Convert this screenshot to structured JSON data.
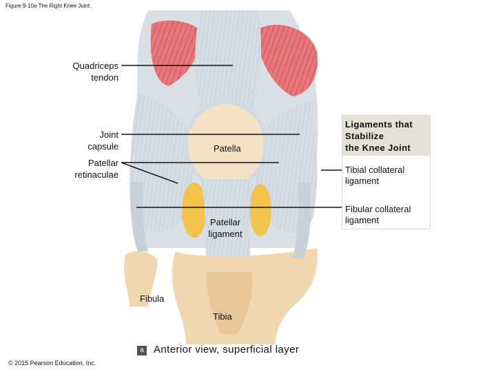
{
  "figure_title": "Figure 9-10a The Right Knee Joint.",
  "labels": {
    "quadriceps_tendon": [
      "Quadriceps",
      "tendon"
    ],
    "joint_capsule": [
      "Joint",
      "capsule"
    ],
    "patellar_retinaculae": [
      "Patellar",
      "retinaculae"
    ],
    "patella": "Patella",
    "patellar_ligament": [
      "Patellar",
      "ligament"
    ],
    "fibula": "Fibula",
    "tibia": "Tibia"
  },
  "ligament_box": {
    "heading": [
      "Ligaments that",
      "Stabilize",
      "the Knee Joint"
    ],
    "tibial_collateral": [
      "Tibial collateral",
      "ligament"
    ],
    "fibular_collateral": [
      "Fibular collateral",
      "ligament"
    ]
  },
  "panel_badge": "a",
  "caption": "Anterior view, superficial layer",
  "copyright": "© 2015 Pearson Education, Inc.",
  "colors": {
    "muscle": "#e07a7c",
    "tendon": "#cfd8df",
    "bone": "#f0d7b0",
    "fat": "#f2c44e",
    "box_header": "#e4e1d6"
  }
}
